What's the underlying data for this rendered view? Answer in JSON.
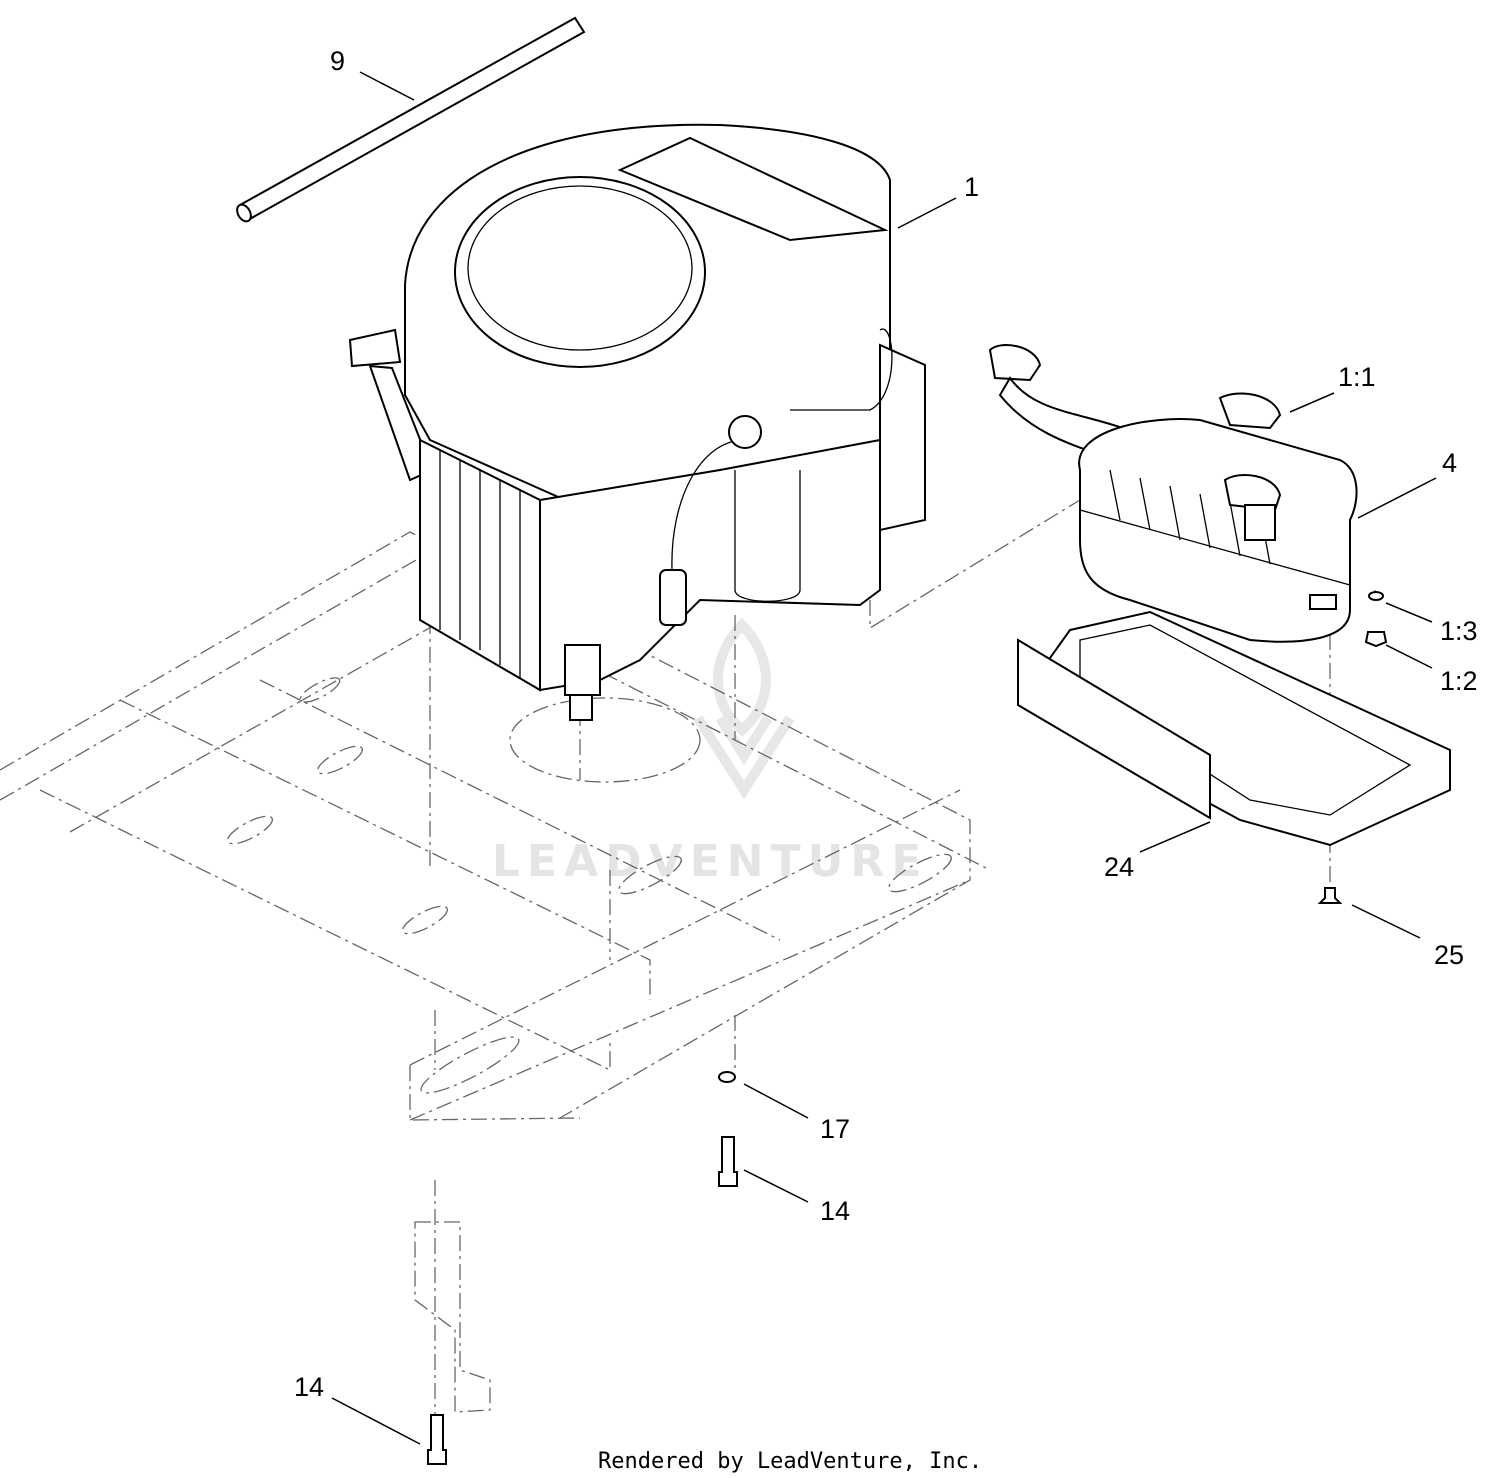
{
  "callouts": {
    "c9": "9",
    "c1": "1",
    "c1_1": "1:1",
    "c4": "4",
    "c1_3": "1:3",
    "c1_2": "1:2",
    "c24": "24",
    "c25": "25",
    "c17": "17",
    "c14a": "14",
    "c14b": "14"
  },
  "watermark": {
    "text": "LEADVENTURE"
  },
  "footer": {
    "text": "Rendered by LeadVenture, Inc."
  }
}
